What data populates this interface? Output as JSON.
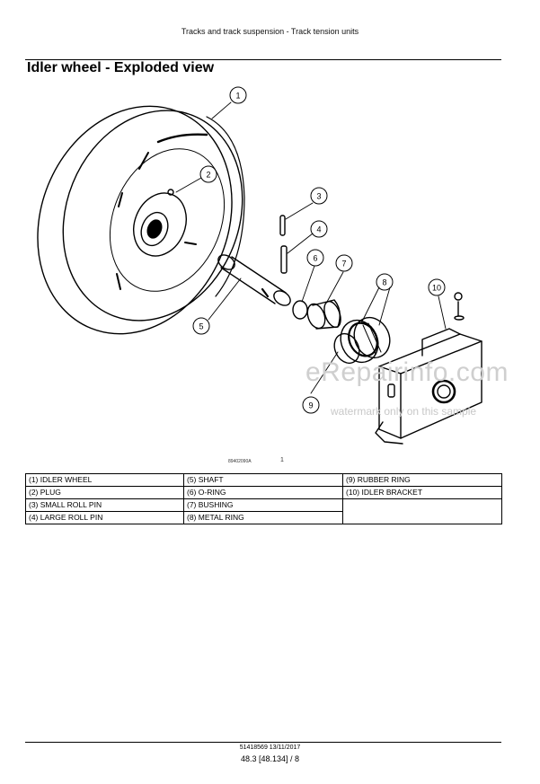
{
  "header": {
    "section": "Tracks and track suspension - Track tension units"
  },
  "title": "Idler wheel - Exploded view",
  "figure": {
    "reference": "89402090A",
    "number": "1",
    "callouts": [
      "1",
      "2",
      "3",
      "4",
      "5",
      "6",
      "7",
      "8",
      "9",
      "10"
    ]
  },
  "legend": [
    [
      "(1) IDLER WHEEL",
      "(5) SHAFT",
      "(9) RUBBER RING"
    ],
    [
      "(2) PLUG",
      "(6) O-RING",
      "(10) IDLER BRACKET"
    ],
    [
      "(3) SMALL ROLL PIN",
      "(7) BUSHING",
      ""
    ],
    [
      "(4) LARGE ROLL PIN",
      "(8) METAL RING",
      ""
    ]
  ],
  "watermark": {
    "main": "eRepairinfo.com",
    "sub": "watermark only on this sample"
  },
  "footer": {
    "doc_id": "51418569 13/11/2017",
    "page": "48.3 [48.134] / 8"
  }
}
